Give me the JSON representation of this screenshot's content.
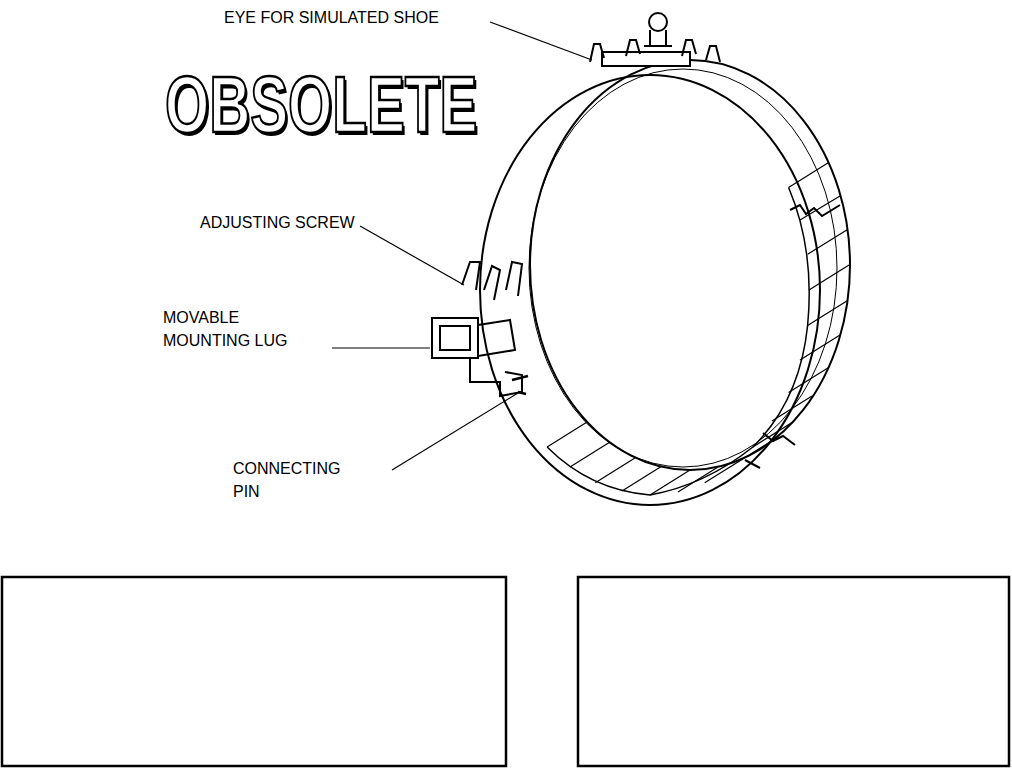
{
  "diagram": {
    "labels": [
      "EYE FOR SIMULATED SHOE",
      "OBSOLETE",
      "ADJUSTING SCREW",
      "MOVABLE MOUNTING LUG",
      "CONNECTING PIN"
    ]
  }
}
